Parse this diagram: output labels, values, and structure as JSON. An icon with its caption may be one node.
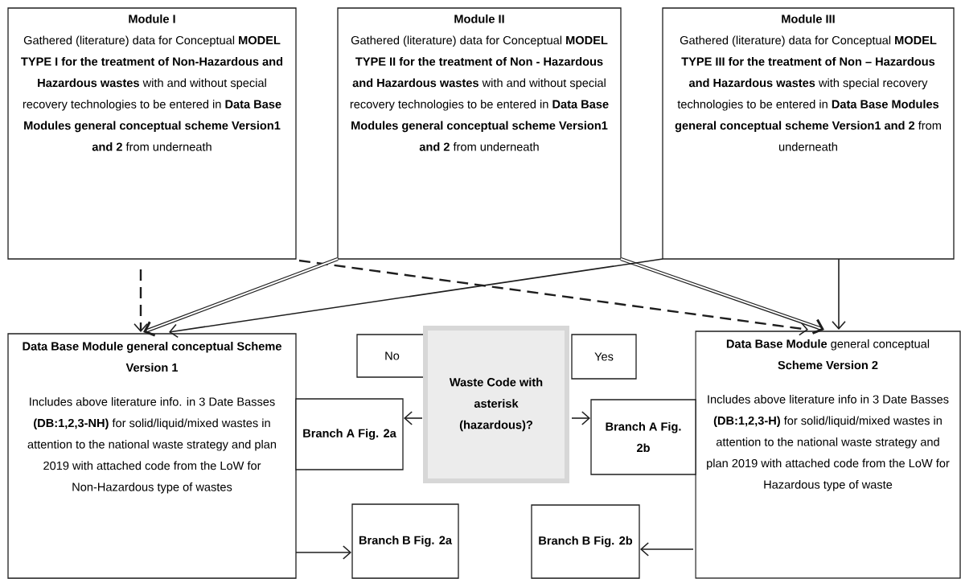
{
  "diagram": {
    "nodes": [
      {
        "text": [
          "Module I",
          "Gathered (literature) data for Conceptual **MODEL TYPE I for the treatment of Non-Hazardous and Hazardous wastes** with and without special recovery technologies to be entered in **Data Base Modules general conceptual scheme Version1 and 2** from underneath"
        ]
      },
      {
        "text": [
          "Module II",
          "Gathered (literature) data for Conceptual **MODEL TYPE II for the treatment of Non - Hazardous and Hazardous wastes** with and without special recovery technologies to be entered in **Data Base Modules general conceptual scheme Version1 and 2** from underneath"
        ]
      },
      {
        "text": [
          "Module III",
          "Gathered (literature) data for Conceptual **MODEL TYPE III for the treatment of Non – Hazardous and Hazardous wastes** with special recovery technologies to be entered in **Data Base Modules general conceptual scheme Version1 and 2** from underneath"
        ]
      },
      {
        "text": [
          "Data Base Module general conceptual Scheme Version 1",
          "Includes above literature info. in 3 Date Basses **(DB:1,2,3-NH)** for solid/liquid/mixed wastes in attention to the national waste strategy and plan 2019 with attached code from the LoW for Non-Hazardous type of wastes"
        ]
      },
      {
        "text": [
          "No"
        ]
      },
      {
        "text": [
          "Waste Code with asterisk (hazardous)?"
        ]
      },
      {
        "text": [
          "Yes"
        ]
      },
      {
        "text": [
          "**Data Base Module** general conceptual **Scheme Version 2**",
          "Includes above literature info in 3 Date Basses **(DB:1,2,3-H)** for solid/liquid/mixed wastes in attention to the national waste strategy and plan 2019 with attached code from the LoW for Hazardous type of waste"
        ]
      },
      {
        "text": [
          "Branch A Fig. 2a"
        ]
      },
      {
        "text": [
          "Branch A Fig. 2b"
        ]
      },
      {
        "text": [
          "Branch B Fig. 2a"
        ]
      },
      {
        "text": [
          "Branch B Fig. 2b"
        ]
      }
    ],
    "edges": [
      {
        "from": 0,
        "to": 3,
        "arrow": "to",
        "style": "dashed"
      },
      {
        "from": 0,
        "to": 7,
        "arrow": "to",
        "style": "dashed"
      },
      {
        "from": 1,
        "to": 3,
        "arrow": "to",
        "style": "thick"
      },
      {
        "from": 1,
        "to": 7,
        "arrow": "to",
        "style": "thick"
      },
      {
        "from": 2,
        "to": 3,
        "arrow": "to"
      },
      {
        "from": 2,
        "to": 7,
        "arrow": "to"
      },
      {
        "from": 5,
        "to": 8,
        "arrow": "to"
      },
      {
        "from": 5,
        "to": 9,
        "arrow": "to"
      },
      {
        "from": 3,
        "to": 10,
        "arrow": "to"
      },
      {
        "from": 7,
        "to": 11,
        "arrow": "to"
      }
    ]
  }
}
